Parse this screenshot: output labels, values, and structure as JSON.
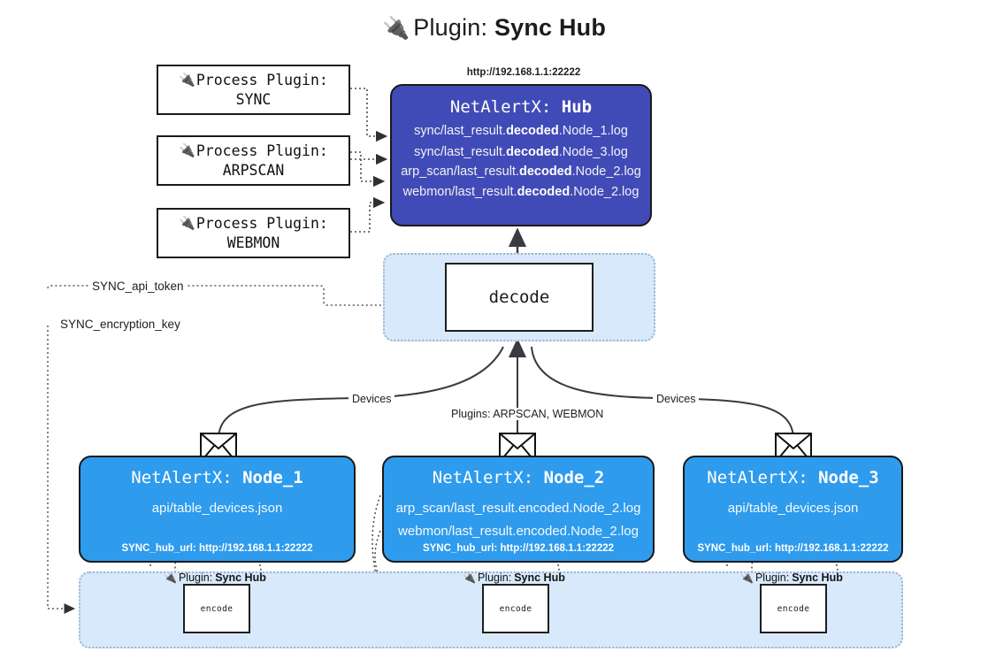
{
  "title": {
    "icon": "plug-icon",
    "glyph": "🔌",
    "lead": "Plugin: ",
    "strong": "Sync Hub"
  },
  "colors": {
    "hub_fill": "#414bb7",
    "node_fill": "#2f9bec",
    "container_fill": "#d7e9fa",
    "container_border": "#9ab6cd",
    "stroke": "#1a1a1a",
    "text": "#1d1d1d"
  },
  "process_plugins": [
    {
      "glyph": "🔌",
      "line1": "Process Plugin:",
      "line2": "SYNC"
    },
    {
      "glyph": "🔌",
      "line1": "Process Plugin:",
      "line2": "ARPSCAN"
    },
    {
      "glyph": "🔌",
      "line1": "Process Plugin:",
      "line2": "WEBMON"
    }
  ],
  "hub": {
    "url": "http://192.168.1.1:22222",
    "title_prefix": "NetAlertX: ",
    "title_name": "Hub",
    "logs": [
      {
        "pre": "sync/last_result.",
        "mid": "decoded",
        "post": ".Node_1.log"
      },
      {
        "pre": "sync/last_result.",
        "mid": "decoded",
        "post": ".Node_3.log"
      },
      {
        "pre": "arp_scan/last_result.",
        "mid": "decoded",
        "post": ".Node_2.log"
      },
      {
        "pre": "webmon/last_result.",
        "mid": "decoded",
        "post": ".Node_2.log"
      }
    ]
  },
  "decode": {
    "label": "decode"
  },
  "keys": [
    {
      "label": "SYNC_api_token"
    },
    {
      "label": "SYNC_encryption_key"
    }
  ],
  "edge_labels": {
    "devices_left": "Devices",
    "plugins_middle": "Plugins: ARPSCAN, WEBMON",
    "devices_right": "Devices"
  },
  "nodes": [
    {
      "title_prefix": "NetAlertX: ",
      "title_name": "Node_1",
      "lines": [
        "api/table_devices.json"
      ],
      "url_label": "SYNC_hub_url: ",
      "url_value": "http://192.168.1.1:22222"
    },
    {
      "title_prefix": "NetAlertX: ",
      "title_name": "Node_2",
      "lines": [
        "arp_scan/last_result.encoded.Node_2.log",
        "webmon/last_result.encoded.Node_2.log"
      ],
      "url_label": "SYNC_hub_url: ",
      "url_value": "http://192.168.1.1:22222"
    },
    {
      "title_prefix": "NetAlertX: ",
      "title_name": "Node_3",
      "lines": [
        "api/table_devices.json"
      ],
      "url_label": "SYNC_hub_url: ",
      "url_value": "http://192.168.1.1:22222"
    }
  ],
  "encoders": [
    {
      "glyph": "🔌",
      "label_lead": "Plugin:",
      "label_strong": "Sync Hub",
      "box": "encode"
    },
    {
      "glyph": "🔌",
      "label_lead": "Plugin:",
      "label_strong": "Sync Hub",
      "box": "encode"
    },
    {
      "glyph": "🔌",
      "label_lead": "Plugin:",
      "label_strong": "Sync Hub",
      "box": "encode"
    }
  ]
}
